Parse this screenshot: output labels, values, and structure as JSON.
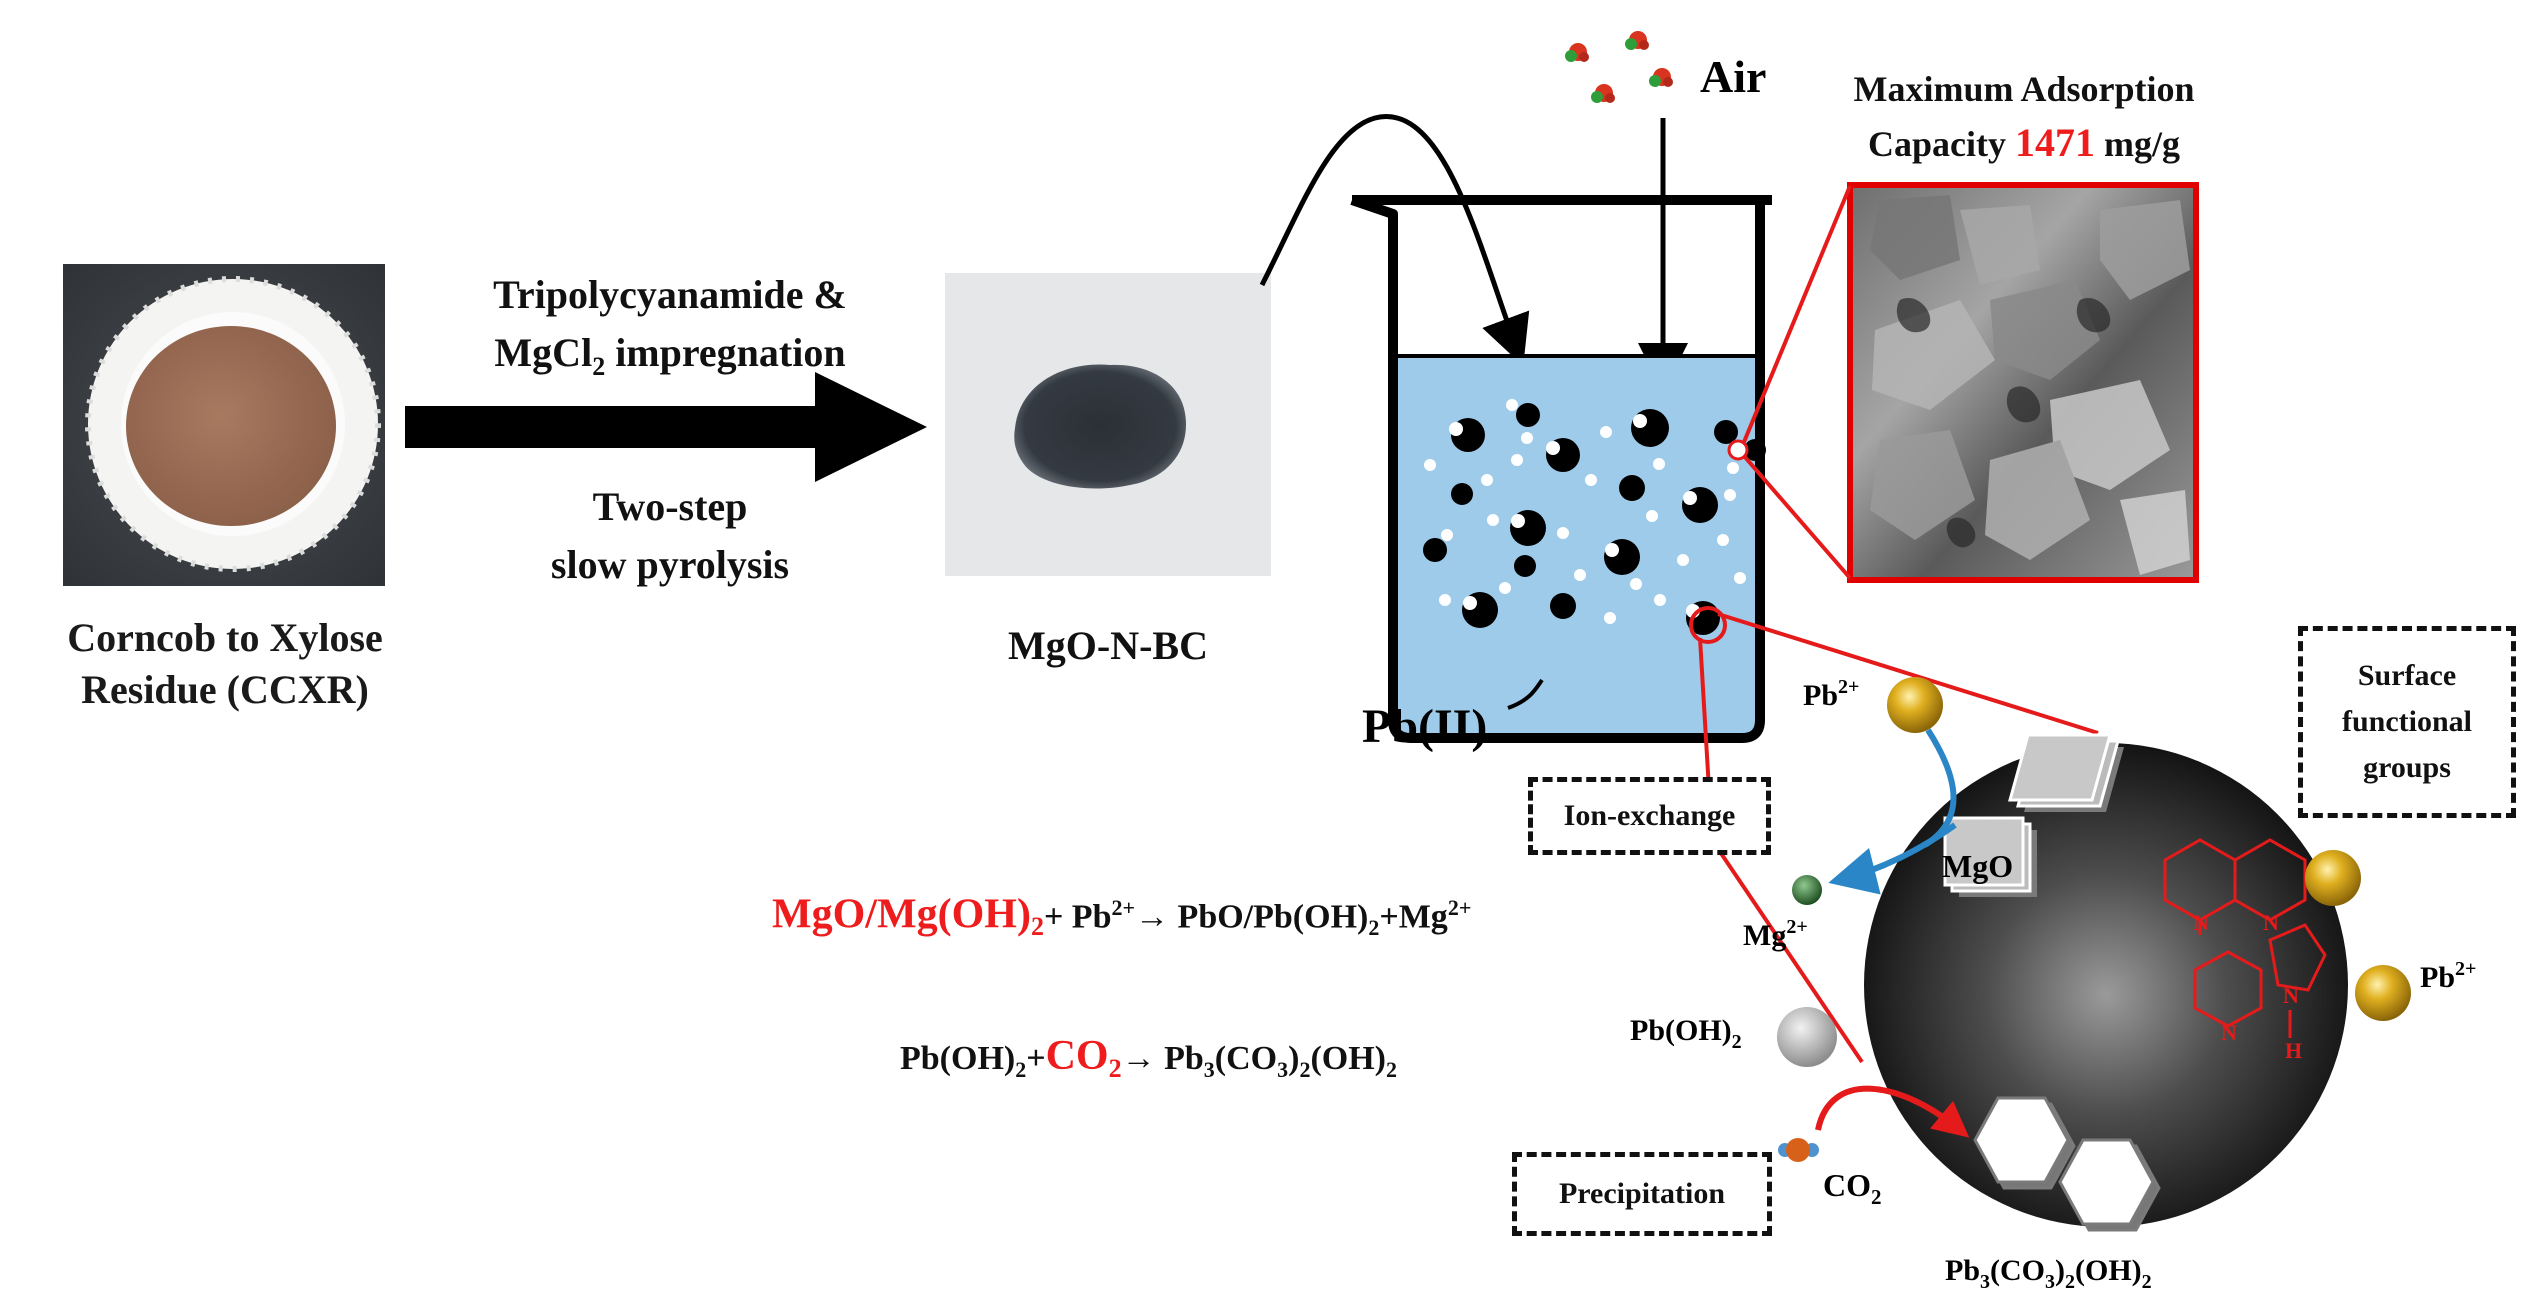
{
  "corncob": {
    "label_line1": "Corncob to Xylose",
    "label_line2": "Residue (CCXR)"
  },
  "arrow": {
    "top_line1": "Tripolycyanamide &",
    "top_line2_pre": "MgCl",
    "top_line2_sub": "2",
    "top_line2_post": " impregnation",
    "bottom_line1": "Two-step",
    "bottom_line2": "slow pyrolysis"
  },
  "product": {
    "label": "MgO-N-BC"
  },
  "beaker": {
    "pb_label": "Pb(II)",
    "air_label": "Air"
  },
  "sem": {
    "title_line1": "Maximum Adsorption",
    "title_line2_pre": "Capacity ",
    "title_value": "1471",
    "title_unit": " mg/g"
  },
  "mechanisms": {
    "surface": {
      "line1": "Surface",
      "line2": "functional",
      "line3": "groups"
    },
    "ion_exchange": "Ion-exchange",
    "precipitation": "Precipitation"
  },
  "particle_labels": {
    "pb2_top": "Pb",
    "pb2_top_sup": "2+",
    "pb2_right": "Pb",
    "pb2_right_sup": "2+",
    "mgo": "MgO",
    "mg2": "Mg",
    "mg2_sup": "2+",
    "pboh2": "Pb(OH)",
    "pboh2_sub": "2",
    "co2": "CO",
    "co2_sub": "2",
    "pb3_main": "Pb",
    "pb3_sub1": "3",
    "pb3_mid": "(CO",
    "pb3_sub2": "3",
    "pb3_mid2": ")",
    "pb3_sub3": "2",
    "pb3_end": "(OH)",
    "pb3_sub4": "2",
    "n_atom": "N",
    "h_atom": "H"
  },
  "equations": {
    "eq1_red": "MgO/Mg(OH)",
    "eq1_red_sub": "2",
    "eq1_rest_a": "+ Pb",
    "eq1_sup1": "2+",
    "eq1_rest_b": "→ PbO/Pb(OH)",
    "eq1_sub2": "2",
    "eq1_rest_c": "+Mg",
    "eq1_sup2": "2+",
    "eq2_a": "Pb(OH)",
    "eq2_sub1": "2",
    "eq2_plus": "+",
    "eq2_red": "CO",
    "eq2_red_sub": "2",
    "eq2_b": "→ Pb",
    "eq2_sub2": "3",
    "eq2_c": "(CO",
    "eq2_sub3": "3",
    "eq2_d": ")",
    "eq2_sub4": "2",
    "eq2_e": "(OH)",
    "eq2_sub5": "2"
  },
  "colors": {
    "water": "#9ecbe9",
    "powder_ccxr": "#9c6e55",
    "powder_bc": "#2b3036",
    "sem_border": "#e00000",
    "red_text": "#ee1c1c",
    "red_line": "#e51b1b",
    "blue_arrow": "#2b86c7",
    "gold": "#d4a514",
    "mg_ion": "#2d6a2f"
  }
}
